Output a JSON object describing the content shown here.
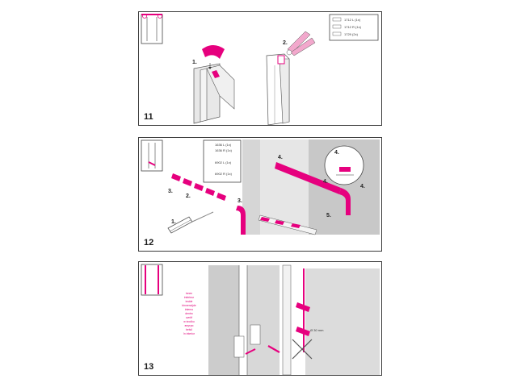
{
  "colors": {
    "accent": "#e6007e",
    "line": "#3a3a3a",
    "wall": "#cfcfcf"
  },
  "panel11": {
    "step": "11",
    "callouts": [
      "1.",
      "2."
    ],
    "parts": [
      "1712 L (1x)",
      "1712 R (1x)",
      "1729 (2x)"
    ]
  },
  "panel12": {
    "step": "12",
    "callouts": [
      "3.",
      "2.",
      "3.",
      "1.",
      "4.",
      "4.",
      "4.",
      "4.",
      "5."
    ],
    "parts": [
      "1636 L (1x)",
      "1636 R (1x)",
      "6902 L (1x)",
      "6902 R (1x)"
    ]
  },
  "panel13": {
    "step": "13",
    "inside_words": [
      "innen",
      "intérieur",
      "inside",
      "binnenzijde",
      "interno",
      "dentro",
      "uvnitř",
      "w środku",
      "внутри",
      "belső",
      "în interior"
    ],
    "dimension": "Ø 30 mm"
  }
}
